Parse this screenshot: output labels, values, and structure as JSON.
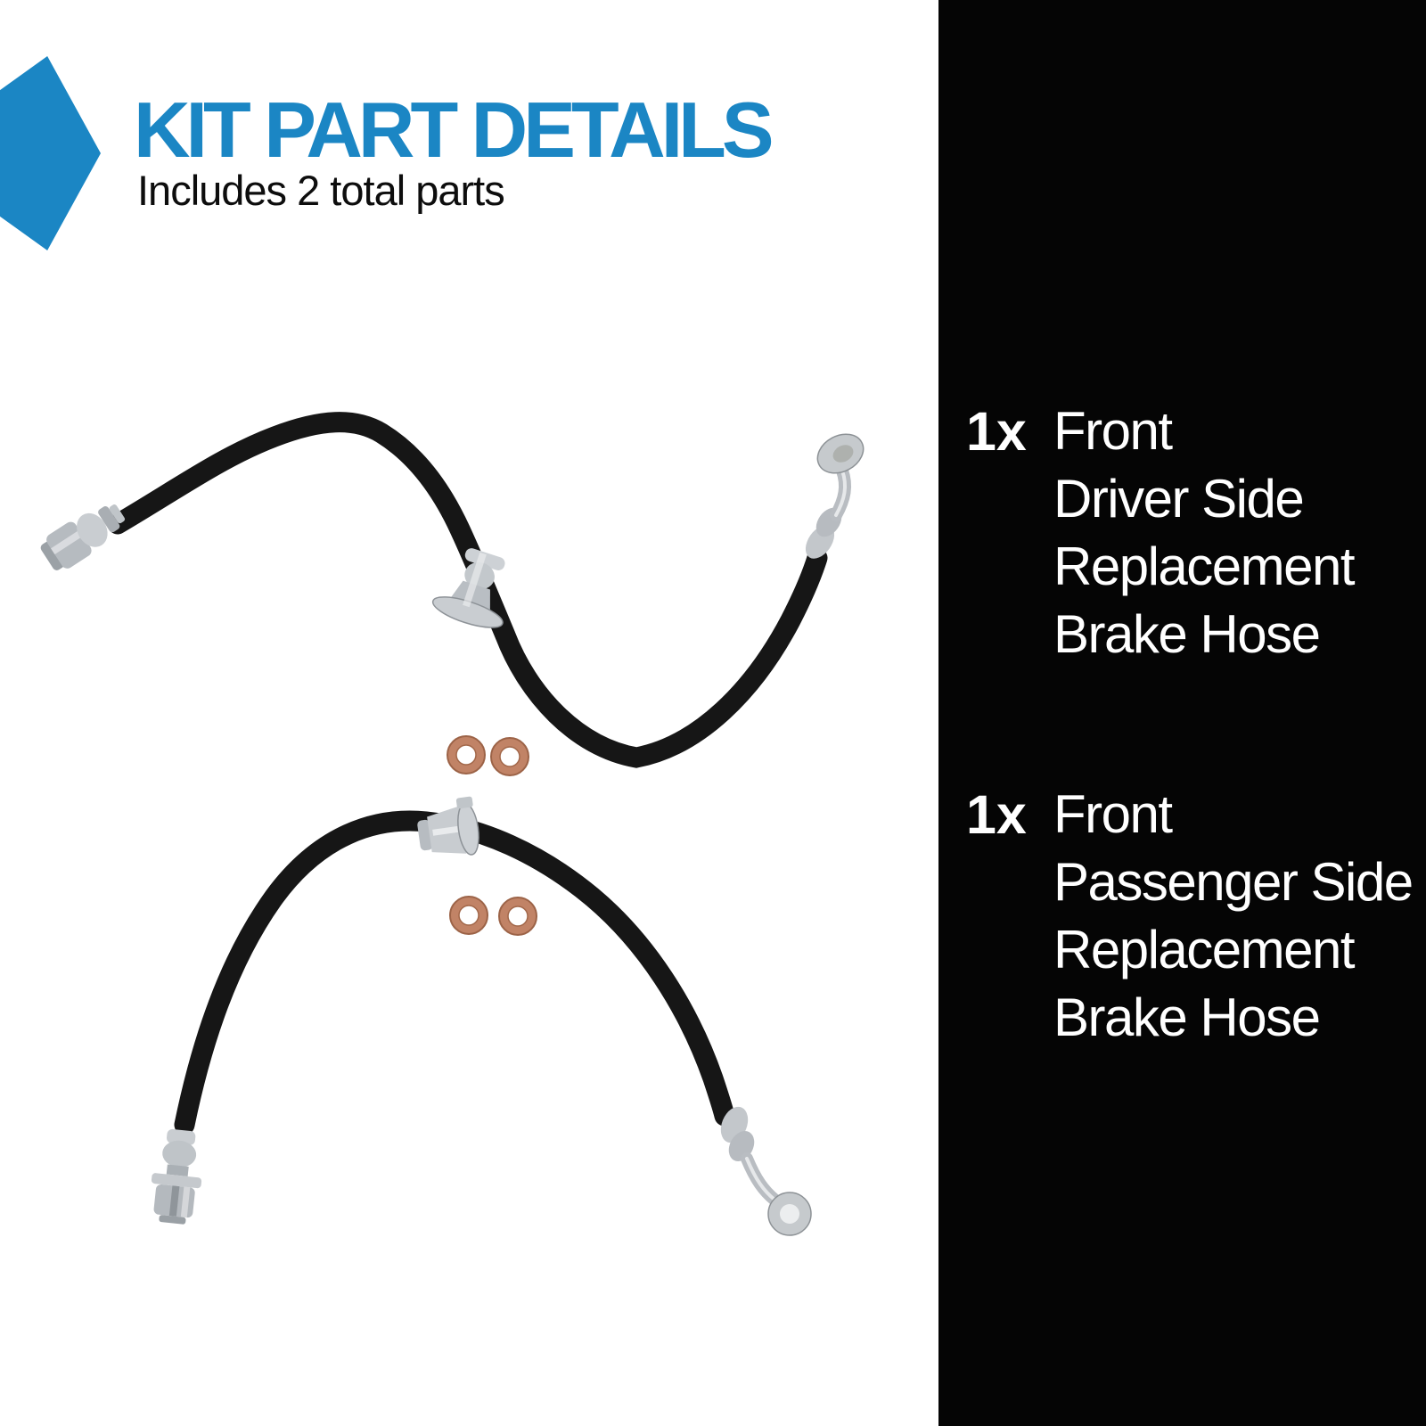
{
  "header": {
    "title": "KIT PART DETAILS",
    "subtitle": "Includes 2 total parts",
    "accent_color": "#1b86c4"
  },
  "parts_panel": {
    "background": "#050505",
    "text_color": "#ffffff",
    "items": [
      {
        "qty": "1x",
        "lines": [
          "Front",
          "Driver Side",
          "Replacement",
          "Brake Hose"
        ]
      },
      {
        "qty": "1x",
        "lines": [
          "Front",
          "Passenger Side",
          "Replacement",
          "Brake Hose"
        ]
      }
    ]
  },
  "photo": {
    "hose_color": "#161616",
    "metal_color": "#c0c5c9",
    "washer_color": "#c18366",
    "visible_parts": [
      "front driver side brake hose",
      "front passenger side brake hose",
      "copper crush washers"
    ]
  }
}
